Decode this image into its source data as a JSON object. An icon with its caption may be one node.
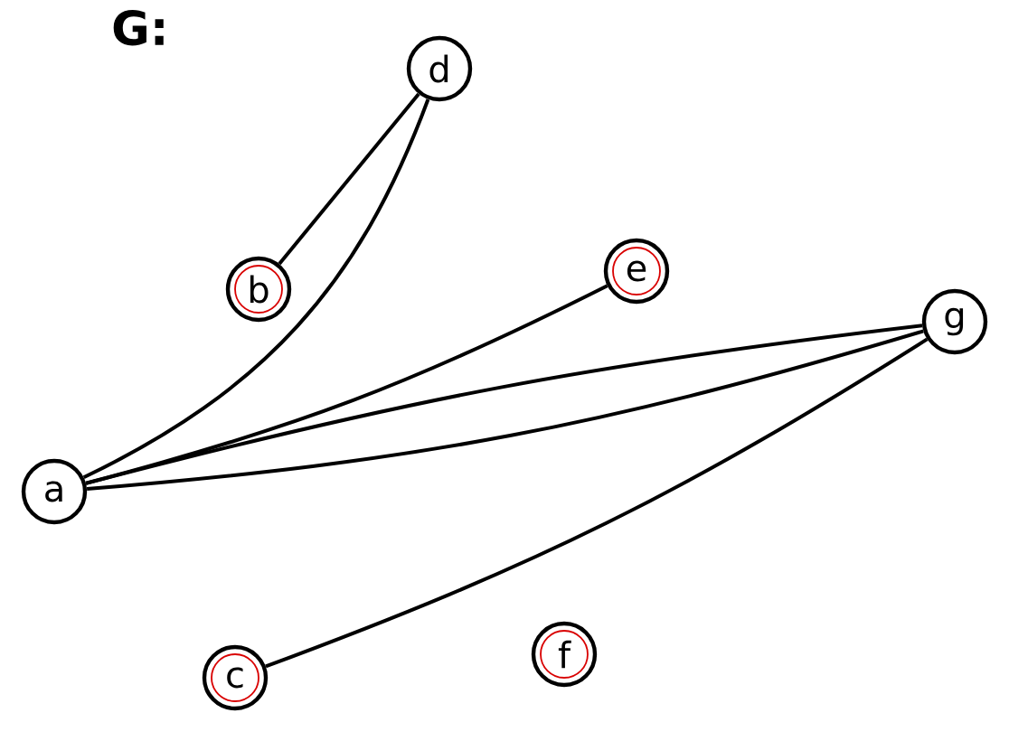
{
  "diagram": {
    "title": "G:",
    "nodes": [
      {
        "text": [
          "d"
        ]
      },
      {
        "text": [
          "b"
        ]
      },
      {
        "text": [
          "e"
        ]
      },
      {
        "text": [
          "g"
        ]
      },
      {
        "text": [
          "a"
        ]
      },
      {
        "text": [
          "c"
        ]
      },
      {
        "text": [
          "f"
        ]
      }
    ],
    "edges": [
      {
        "from": 4,
        "to": 0,
        "arrow": "none"
      },
      {
        "from": 0,
        "to": 1,
        "arrow": "none"
      },
      {
        "from": 4,
        "to": 2,
        "arrow": "none"
      },
      {
        "from": 4,
        "to": 3,
        "arrow": "none"
      },
      {
        "from": 4,
        "to": 3,
        "arrow": "none"
      },
      {
        "from": 3,
        "to": 5,
        "arrow": "none"
      }
    ]
  }
}
